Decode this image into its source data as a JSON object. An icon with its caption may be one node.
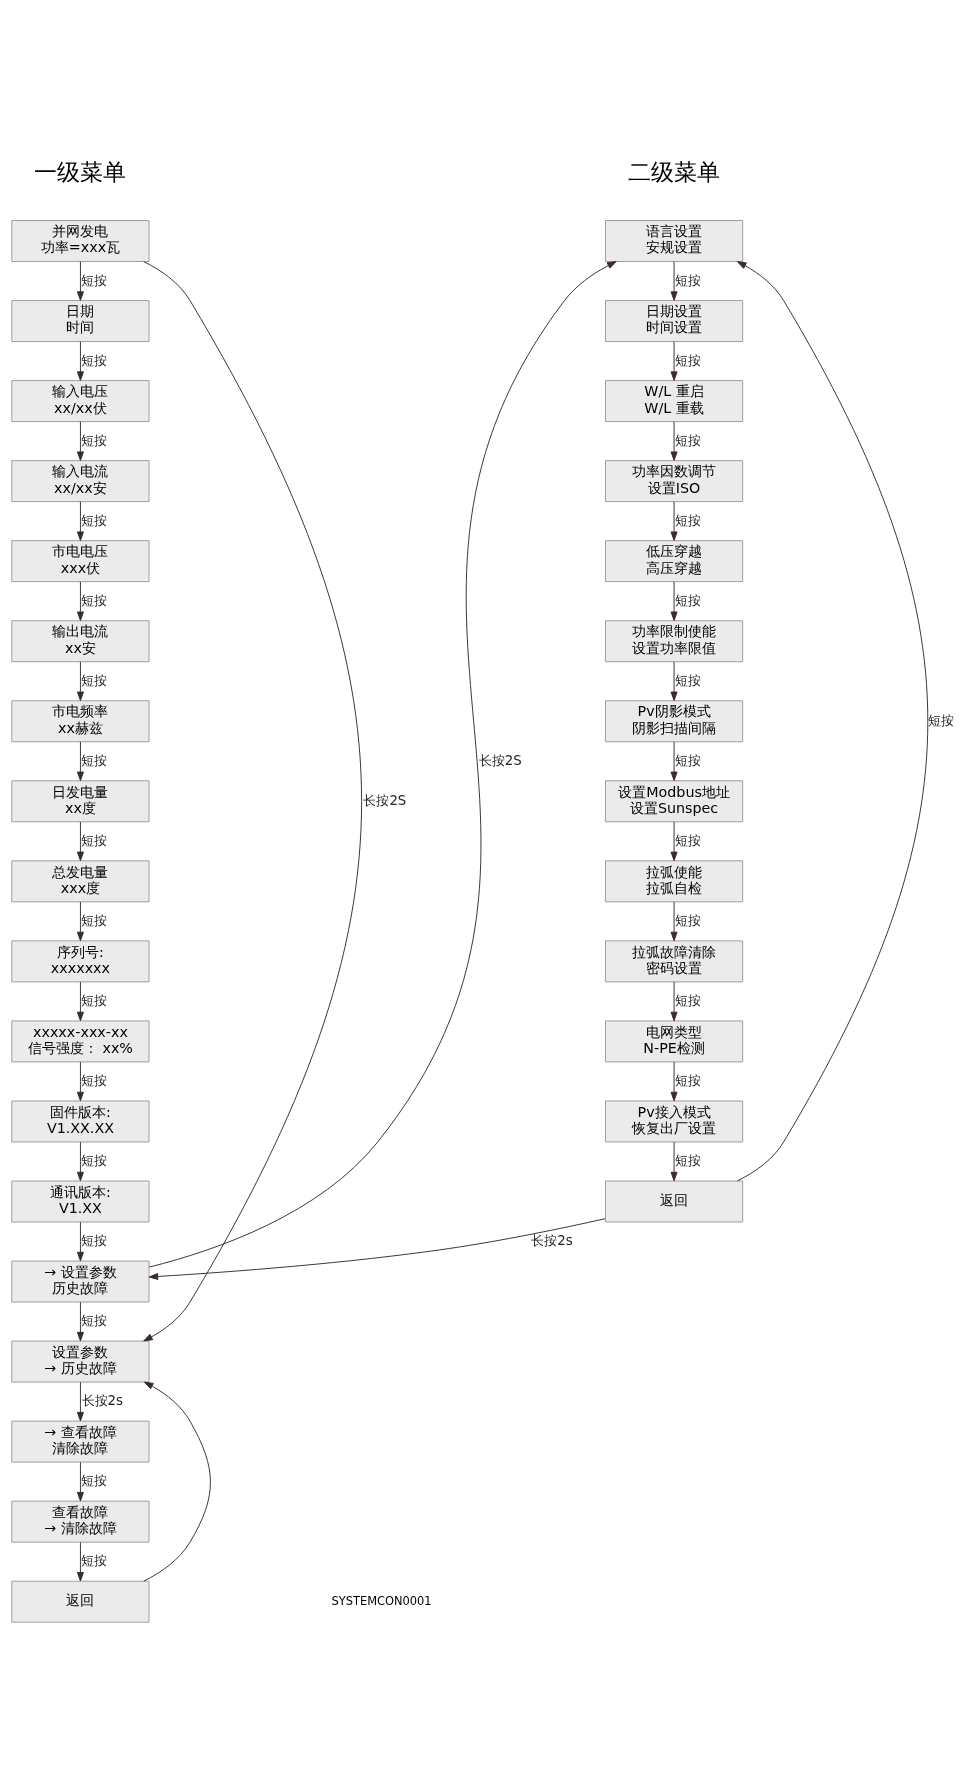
{
  "diagram": {
    "nodes": [
      {
        "text": [
          "并网发电",
          "功率=xxx瓦"
        ]
      },
      {
        "text": [
          "日期",
          "时间"
        ]
      },
      {
        "text": [
          "输入电压",
          "xx/xx伏"
        ]
      },
      {
        "text": [
          "输入电流",
          "xx/xx安"
        ]
      },
      {
        "text": [
          "市电电压",
          "xxx伏"
        ]
      },
      {
        "text": [
          "输出电流",
          "xx安"
        ]
      },
      {
        "text": [
          "市电频率",
          "xx赫兹"
        ]
      },
      {
        "text": [
          "日发电量",
          "xx度"
        ]
      },
      {
        "text": [
          "总发电量",
          "xxx度"
        ]
      },
      {
        "text": [
          "序列号:",
          "xxxxxxx"
        ]
      },
      {
        "text": [
          "xxxxx-xxx-xx",
          "信号强度： xx%"
        ]
      },
      {
        "text": [
          "固件版本:",
          "V1.XX.XX"
        ]
      },
      {
        "text": [
          "通讯版本:",
          "V1.XX"
        ]
      },
      {
        "text": [
          "→ 设置参数",
          "历史故障"
        ]
      },
      {
        "text": [
          "设置参数",
          "→ 历史故障"
        ]
      },
      {
        "text": [
          "语言设置",
          "安规设置"
        ]
      },
      {
        "text": [
          "日期设置",
          "时间设置"
        ]
      },
      {
        "text": [
          "W/L 重启",
          "W/L 重载"
        ]
      },
      {
        "text": [
          "功率因数调节",
          "设置ISO"
        ]
      },
      {
        "text": [
          "低压穿越",
          "高压穿越"
        ]
      },
      {
        "text": [
          "功率限制使能",
          "设置功率限值"
        ]
      },
      {
        "text": [
          "Pv阴影模式",
          "阴影扫描间隔"
        ]
      },
      {
        "text": [
          "设置Modbus地址",
          "设置Sunspec"
        ]
      },
      {
        "text": [
          "拉弧使能",
          "拉弧自检"
        ]
      },
      {
        "text": [
          "拉弧故障清除",
          "密码设置"
        ]
      },
      {
        "text": [
          "电网类型",
          "N-PE检测"
        ]
      },
      {
        "text": [
          "Pv接入模式",
          "恢复出厂设置"
        ]
      },
      {
        "text": [
          "返回"
        ]
      },
      {
        "text": [
          "→ 查看故障",
          "清除故障"
        ]
      },
      {
        "text": [
          "查看故障",
          "→ 清除故障"
        ]
      },
      {
        "text": [
          "返回"
        ]
      }
    ],
    "edges": [
      {
        "from": 0,
        "to": 1,
        "arrow": "to",
        "label": "短按"
      },
      {
        "from": 1,
        "to": 2,
        "arrow": "to",
        "label": "短按"
      },
      {
        "from": 2,
        "to": 3,
        "arrow": "to",
        "label": "短按"
      },
      {
        "from": 3,
        "to": 4,
        "arrow": "to",
        "label": "短按"
      },
      {
        "from": 4,
        "to": 5,
        "arrow": "to",
        "label": "短按"
      },
      {
        "from": 5,
        "to": 6,
        "arrow": "to",
        "label": "短按"
      },
      {
        "from": 6,
        "to": 7,
        "arrow": "to",
        "label": "短按"
      },
      {
        "from": 7,
        "to": 8,
        "arrow": "to",
        "label": "短按"
      },
      {
        "from": 8,
        "to": 9,
        "arrow": "to",
        "label": "短按"
      },
      {
        "from": 9,
        "to": 10,
        "arrow": "to",
        "label": "短按"
      },
      {
        "from": 10,
        "to": 11,
        "arrow": "to",
        "label": "短按"
      },
      {
        "from": 11,
        "to": 12,
        "arrow": "to",
        "label": "短按"
      },
      {
        "from": 12,
        "to": 13,
        "arrow": "to",
        "label": "短按"
      },
      {
        "from": 13,
        "to": 14,
        "arrow": "to",
        "label": "短按"
      },
      {
        "from": 0,
        "to": 14,
        "arrow": "to",
        "label": "长按2S"
      },
      {
        "from": 13,
        "to": 15,
        "arrow": "to",
        "label": "长按2S"
      },
      {
        "from": 15,
        "to": 16,
        "arrow": "to",
        "label": "短按"
      },
      {
        "from": 16,
        "to": 17,
        "arrow": "to",
        "label": "短按"
      },
      {
        "from": 17,
        "to": 18,
        "arrow": "to",
        "label": "短按"
      },
      {
        "from": 18,
        "to": 19,
        "arrow": "to",
        "label": "短按"
      },
      {
        "from": 19,
        "to": 20,
        "arrow": "to",
        "label": "短按"
      },
      {
        "from": 20,
        "to": 21,
        "arrow": "to",
        "label": "短按"
      },
      {
        "from": 21,
        "to": 22,
        "arrow": "to",
        "label": "短按"
      },
      {
        "from": 22,
        "to": 23,
        "arrow": "to",
        "label": "短按"
      },
      {
        "from": 23,
        "to": 24,
        "arrow": "to",
        "label": "短按"
      },
      {
        "from": 24,
        "to": 25,
        "arrow": "to",
        "label": "短按"
      },
      {
        "from": 25,
        "to": 26,
        "arrow": "to",
        "label": "短按"
      },
      {
        "from": 26,
        "to": 27,
        "arrow": "to",
        "label": "短按"
      },
      {
        "from": 27,
        "to": 15,
        "arrow": "to",
        "label": "短按"
      },
      {
        "from": 27,
        "to": 13,
        "arrow": "to",
        "label": "长按2s"
      },
      {
        "from": 14,
        "to": 28,
        "arrow": "to",
        "label": "长按2s"
      },
      {
        "from": 28,
        "to": 29,
        "arrow": "to",
        "label": "短按"
      },
      {
        "from": 29,
        "to": 30,
        "arrow": "to",
        "label": "短按"
      },
      {
        "from": 30,
        "to": 14,
        "arrow": "to"
      }
    ],
    "labels": [
      "一级菜单",
      "二级菜单",
      "SYSTEMCON0001"
    ]
  }
}
